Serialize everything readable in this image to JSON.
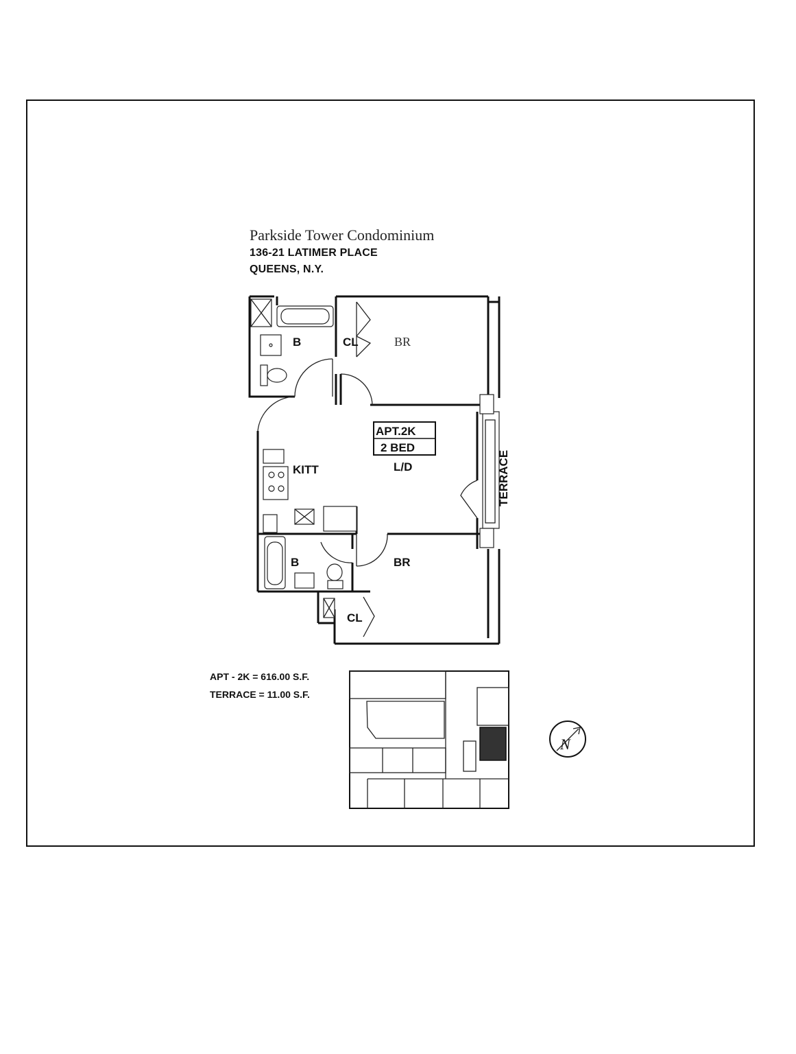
{
  "header": {
    "title": "Parkside Tower Condominium",
    "address_line1": "136-21 LATIMER PLACE",
    "address_line2": "QUEENS, N.Y."
  },
  "plan": {
    "unit_label": "APT.2K",
    "bed_label": "2 BED",
    "rooms": {
      "bath_top": "B",
      "closet_top": "CL",
      "bedroom_top": "BR",
      "kitchen": "KITT",
      "living_dining": "L/D",
      "terrace": "TERRACE",
      "bath_bottom": "B",
      "bedroom_bottom": "BR",
      "closet_bottom": "CL"
    }
  },
  "areas": {
    "apartment": "APT - 2K = 616.00 S.F.",
    "terrace": "TERRACE = 11.00 S.F."
  },
  "compass": {
    "letter": "N"
  }
}
